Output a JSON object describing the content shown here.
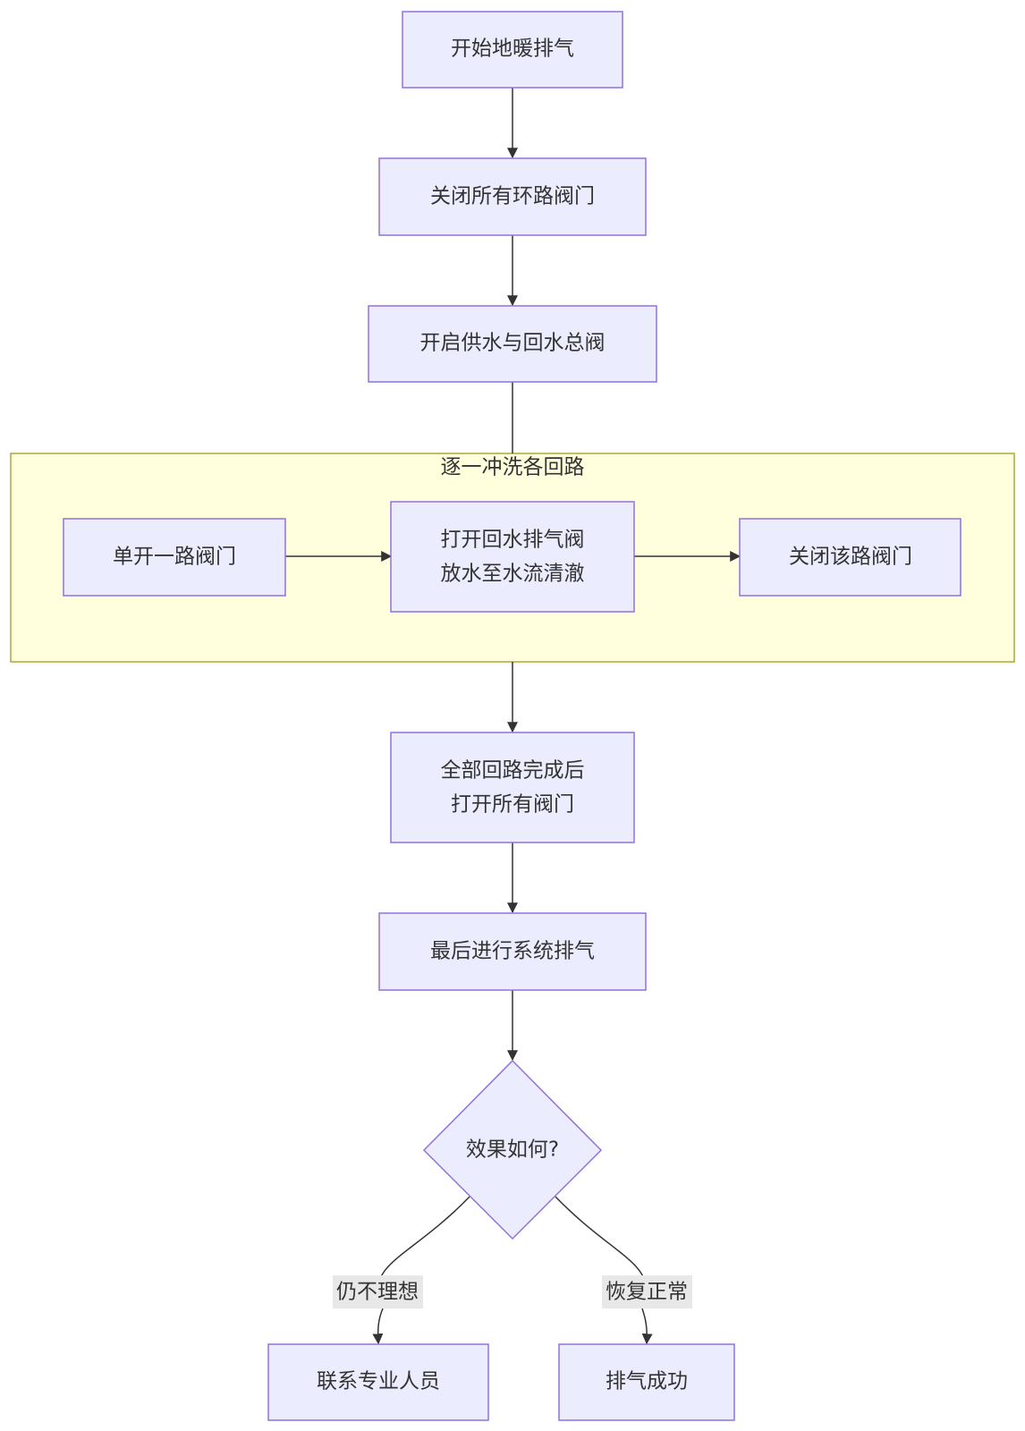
{
  "diagram": {
    "nodes": {
      "start": "开始地暖排气",
      "close_all": "关闭所有环路阀门",
      "open_main": "开启供水与回水总阀",
      "open_one": "单开一路阀门",
      "flush_line1": "打开回水排气阀",
      "flush_line2": "放水至水流清澈",
      "close_one": "关闭该路阀门",
      "all_open_line1": "全部回路完成后",
      "all_open_line2": "打开所有阀门",
      "bleed": "最后进行系统排气",
      "decision": "效果如何?",
      "contact": "联系专业人员",
      "success": "排气成功"
    },
    "cluster": {
      "title": "逐一冲洗各回路"
    },
    "edges": {
      "not_ideal": "仍不理想",
      "normal": "恢复正常"
    },
    "colors": {
      "node_fill": "#ececff",
      "node_stroke": "#9370db",
      "cluster_fill": "#ffffde",
      "cluster_stroke": "#aaaa33",
      "edge": "#333333",
      "edge_label_bg": "#e8e8e8",
      "text": "#333333"
    }
  }
}
